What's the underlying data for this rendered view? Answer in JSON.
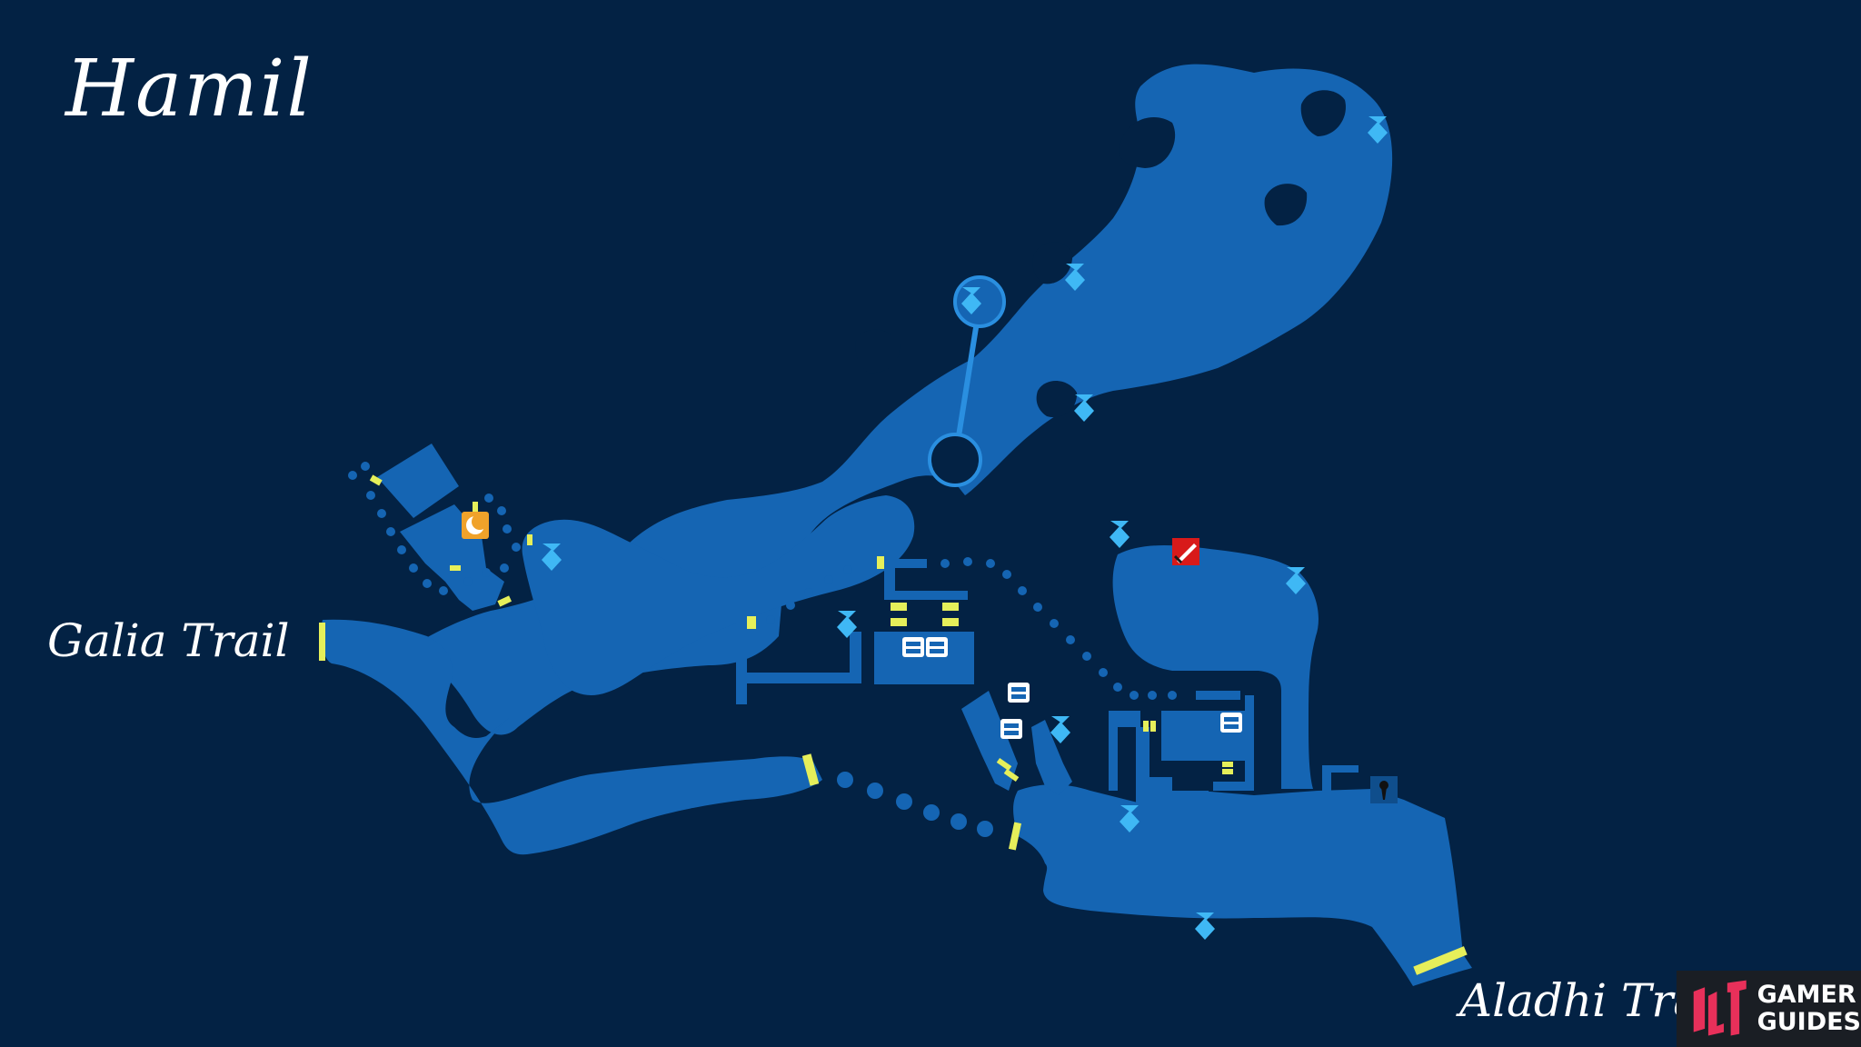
{
  "map": {
    "title": "Hamil",
    "area_labels": {
      "galia_trail": "Galia Trail",
      "aladhi_trail": "Aladhi Trail"
    }
  },
  "legend_icons": {
    "waypoint": "blue-diamond-waypoint-icon",
    "chest": "treasure-chest-icon",
    "inn": "crescent-moon-inn-icon",
    "shop": "red-sword-shop-icon",
    "save": "save-point-icon",
    "exit": "yellow-exit-marker"
  },
  "colors": {
    "background": "#032244",
    "land": "#1565b3",
    "waypoint": "#3fb8f5",
    "exit": "#e6ef5a",
    "inn": "#f0a22a",
    "shop": "#d81a1a",
    "chest": "#ffffff",
    "watermark_bg": "#1a1e24",
    "watermark_accent": "#e8305a"
  },
  "watermark": {
    "line1": "GAMER",
    "line2": "GUIDES"
  }
}
